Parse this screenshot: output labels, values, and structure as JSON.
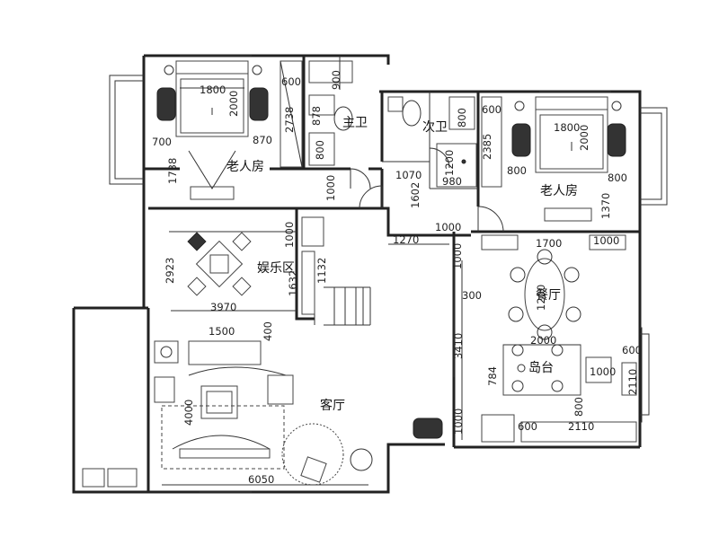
{
  "rooms": {
    "master_bath": "主卫",
    "second_bath": "次卫",
    "bedroom_left": "老人房",
    "bedroom_right": "老人房",
    "entertainment": "娱乐区",
    "dining": "餐厅",
    "island": "岛台",
    "living": "客厅"
  },
  "dims": {
    "d1800a": "1800",
    "d600a": "600",
    "d900": "900",
    "d2000a": "2000",
    "d2738": "2738",
    "d878": "878",
    "d700": "700",
    "d870": "870",
    "d800a": "800",
    "d1738": "1738",
    "d1000a": "1000",
    "d600b": "600",
    "d800b": "800",
    "d1800b": "1800",
    "d2000b": "2000",
    "d2385": "2385",
    "d1200a": "1200",
    "d1070": "1070",
    "d980": "980",
    "d1602": "1602",
    "d800c": "800",
    "d800d": "800",
    "d1370": "1370",
    "d1270": "1270",
    "d1000b": "1000",
    "d1000c": "1000",
    "d1700": "1700",
    "d1000d": "1000",
    "d1000e": "1000",
    "d2923": "2923",
    "d1632": "1632",
    "d1132": "1132",
    "d300": "300",
    "d1200b": "1200",
    "d3970": "3970",
    "d1500": "1500",
    "d400": "400",
    "d3410": "3410",
    "d2000c": "2000",
    "d600c": "600",
    "d784": "784",
    "d1000f": "1000",
    "d2110a": "2110",
    "d800e": "800",
    "d4000": "4000",
    "d1000g": "1000",
    "d600d": "600",
    "d2110b": "2110",
    "d6050": "6050"
  }
}
